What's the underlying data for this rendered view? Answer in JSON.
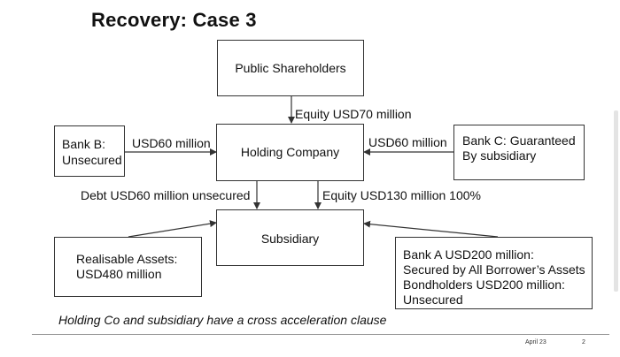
{
  "slide": {
    "title": "Recovery: Case 3",
    "footnote": "Holding Co and subsidiary have a cross acceleration clause",
    "footer_date": "April 23",
    "footer_page": "2"
  },
  "nodes": {
    "public_shareholders": "Public Shareholders",
    "holding_company": "Holding Company",
    "subsidiary": "Subsidiary",
    "bank_b": [
      "Bank B:",
      "Unsecured"
    ],
    "bank_c": [
      "Bank C: Guaranteed",
      "By subsidiary"
    ],
    "realisable_assets": [
      "Realisable Assets:",
      "USD480 million"
    ],
    "bank_a": [
      "Bank A USD200 million:",
      "Secured by All Borrower’s Assets",
      "Bondholders USD200 million:",
      "Unsecured"
    ]
  },
  "edges": {
    "equity_70": "Equity USD70 million",
    "bank_b_loan": "USD60 million",
    "bank_c_loan": "USD60 million",
    "debt_60": "Debt USD60 million unsecured",
    "equity_130": "Equity USD130 million 100%"
  }
}
